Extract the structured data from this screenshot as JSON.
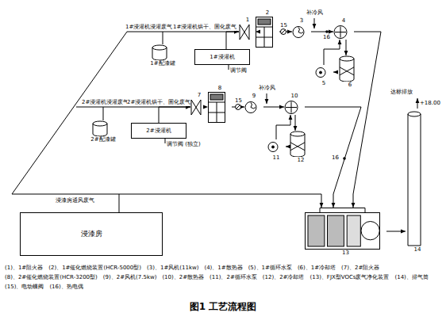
{
  "diagram": {
    "caption": "图1 工艺流程图",
    "nodes": [
      {
        "text": [
          "1#配漆罐"
        ]
      },
      {
        "text": [
          "1#浸灌机"
        ]
      },
      {
        "text": [
          "1"
        ]
      },
      {
        "text": [
          "2"
        ]
      },
      {
        "text": [
          "3"
        ]
      },
      {
        "text": [
          "4"
        ]
      },
      {
        "text": [
          "6"
        ]
      },
      {
        "text": [
          "5"
        ]
      },
      {
        "text": [
          "2#配漆罐"
        ]
      },
      {
        "text": [
          "2#浸灌机"
        ]
      },
      {
        "text": [
          "7"
        ]
      },
      {
        "text": [
          "8"
        ]
      },
      {
        "text": [
          "9"
        ]
      },
      {
        "text": [
          "10"
        ]
      },
      {
        "text": [
          "12"
        ]
      },
      {
        "text": [
          "11"
        ]
      },
      {
        "text": [
          "浸漆房"
        ]
      },
      {
        "text": [
          "13"
        ]
      },
      {
        "text": [
          "14"
        ]
      }
    ],
    "edges": [
      {
        "from": 0,
        "to": 2,
        "label": "1#浸灌机浸灌废气",
        "arrow": "to"
      },
      {
        "from": 1,
        "to": 2,
        "label": "1#浸灌机烘干、固化废气",
        "arrow": "to"
      },
      {
        "from": 2,
        "to": 3,
        "arrow": "to"
      },
      {
        "from": 3,
        "to": 4,
        "arrow": "to"
      },
      {
        "from": 4,
        "to": 5,
        "arrow": "to"
      },
      {
        "from": 5,
        "to": 6,
        "arrow": "to"
      },
      {
        "from": 6,
        "to": 7,
        "arrow": "to"
      },
      {
        "from": 7,
        "to": 5,
        "arrow": "to"
      },
      {
        "from": 5,
        "to": 17,
        "arrow": "to"
      },
      {
        "from": 8,
        "to": 10,
        "label": "2#浸灌机浸灌废气",
        "arrow": "to"
      },
      {
        "from": 9,
        "to": 10,
        "label": "2#浸灌机烘干、固化废气",
        "arrow": "to"
      },
      {
        "from": 10,
        "to": 11,
        "arrow": "to"
      },
      {
        "from": 11,
        "to": 12,
        "arrow": "to"
      },
      {
        "from": 12,
        "to": 13,
        "arrow": "to"
      },
      {
        "from": 13,
        "to": 14,
        "arrow": "to"
      },
      {
        "from": 14,
        "to": 15,
        "arrow": "to"
      },
      {
        "from": 15,
        "to": 13,
        "arrow": "to"
      },
      {
        "from": 13,
        "to": 17,
        "arrow": "to"
      },
      {
        "from": 16,
        "to": 17,
        "label": "浸漆房通风废气",
        "arrow": "to"
      },
      {
        "from": 17,
        "to": 18,
        "arrow": "to"
      }
    ],
    "labels": [
      "调节阀",
      "补冷风",
      "15",
      "16",
      "调节阀 (独立)",
      "补冷风",
      "15",
      "16",
      "达标排放",
      "+18.00",
      "(1)、1#阻火器",
      "(2)、1#催化燃烧装置(HCR-5000型)",
      "(3)、1#风机(11kw)",
      "(4)、1#散热器",
      "(5)、1#循环水泵",
      "(6)、1#冷却塔",
      "(7)、2#阻火器",
      "(8)、2#催化燃烧装置(HCR-3200型)",
      "(9)、2#风机(7.5kw)",
      "(10)、2#散热器",
      "(11)、2#循环水泵",
      "(12)、2#冷却塔",
      "(13)、FJX型VOCs废气净化装置",
      "(14)、排气筒",
      "(15)、电动蝶阀",
      "(16)、热电偶"
    ]
  }
}
